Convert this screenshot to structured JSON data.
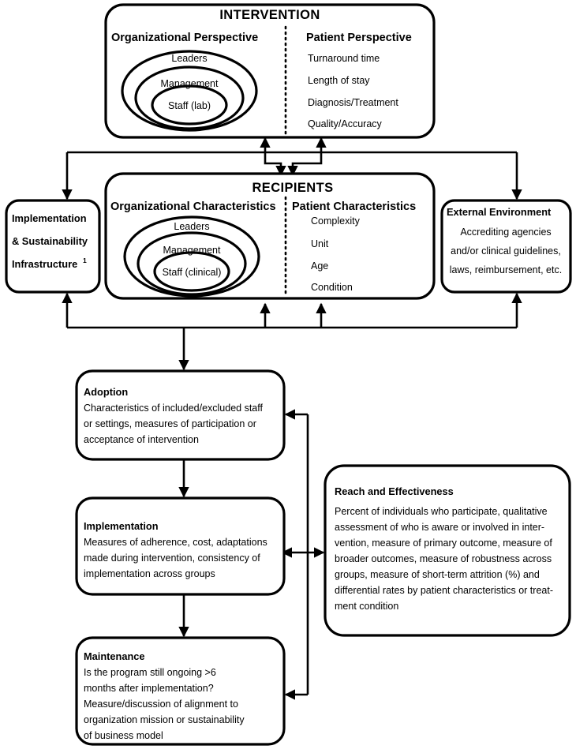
{
  "diagram": {
    "title": "Implementation Science Framework Diagram",
    "intervention": {
      "heading": "INTERVENTION",
      "left_column_heading": "Organizational Perspective",
      "nested_levels": [
        "Leaders",
        "Management",
        "Staff (lab)"
      ],
      "right_column_heading": "Patient Perspective",
      "right_items": [
        "Turnaround time",
        "Length of stay",
        "Diagnosis/Treatment",
        "Quality/Accuracy"
      ]
    },
    "recipients": {
      "heading": "RECIPIENTS",
      "left_column_heading": "Organizational Characteristics",
      "nested_levels": [
        "Leaders",
        "Management",
        "Staff (clinical)"
      ],
      "right_column_heading": "Patient Characteristics",
      "right_items": [
        "Complexity",
        "Unit",
        "Age",
        "Condition"
      ]
    },
    "infrastructure_box": {
      "line1": "Implementation",
      "line2": "& Sustainability",
      "line3": "Infrastructure",
      "superscript": "1"
    },
    "external_box": {
      "heading": "External Environment",
      "line1": "Accrediting agencies",
      "line2": "and/or clinical guidelines,",
      "line3": "laws, reimbursement, etc."
    },
    "adoption_box": {
      "heading": "Adoption",
      "lines": [
        "Characteristics of included/excluded staff",
        "or settings, measures of participation or",
        "acceptance of intervention"
      ]
    },
    "implementation_box": {
      "heading": "Implementation",
      "lines": [
        "Measures of adherence, cost, adaptations",
        "made during intervention, consistency of",
        "implementation across groups"
      ]
    },
    "maintenance_box": {
      "heading": "Maintenance",
      "lines": [
        "Is the program still ongoing >6",
        "months after implementation?",
        "Measure/discussion of alignment to",
        "organization mission or sustainability",
        "of business model"
      ]
    },
    "reach_box": {
      "heading": "Reach and Effectiveness",
      "lines": [
        "Percent of individuals who participate, qualitative",
        "assessment of who is aware or involved in inter-",
        "vention, measure of primary outcome, measure of",
        "broader outcomes, measure of robustness across",
        "groups, measure of short-term attrition (%) and",
        "differential rates by patient characteristics or treat-",
        "ment condition"
      ]
    },
    "colors": {
      "stroke": "#000000",
      "fill": "#ffffff",
      "text": "#000000"
    }
  }
}
